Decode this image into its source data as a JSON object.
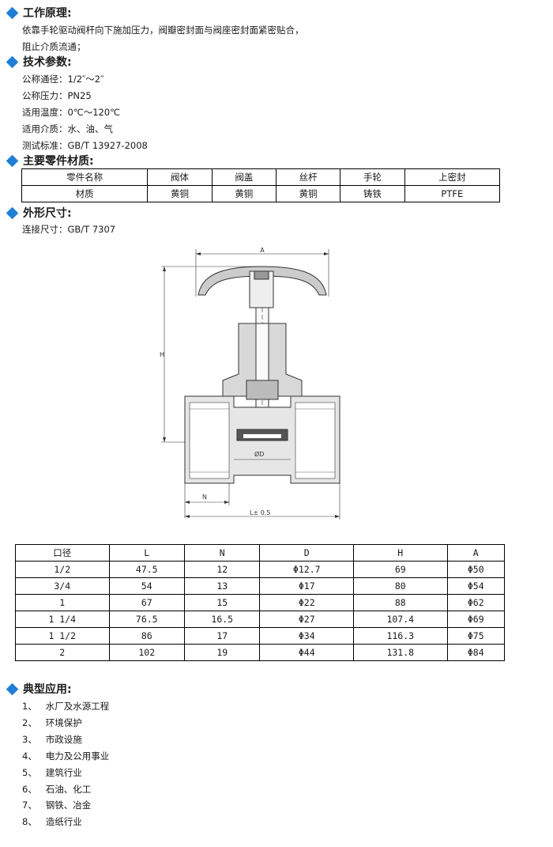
{
  "sections": {
    "principle": {
      "title": "工作原理:",
      "lines": [
        "依靠手轮驱动阀杆向下施加压力，阀瓣密封面与阀座密封面紧密贴合，",
        "阻止介质流通；"
      ]
    },
    "specs": {
      "title": "技术参数:",
      "lines": [
        "公称通径：1/2″～2″",
        "公称压力：PN25",
        "适用温度：0℃～120℃",
        "适用介质：水、油、气",
        "测试标准：GB/T 13927-2008"
      ]
    },
    "materials": {
      "title": "主要零件材质:",
      "header": [
        "零件名称",
        "阀体",
        "阀盖",
        "丝杆",
        "手轮",
        "上密封"
      ],
      "row": [
        "材质",
        "黄铜",
        "黄铜",
        "黄铜",
        "铸铁",
        "PTFE"
      ]
    },
    "dimensions": {
      "title": "外形尺寸:",
      "connection": "连接尺寸：GB/T 7307",
      "drawing_labels": {
        "a": "A",
        "h": "H",
        "d": "ØD",
        "n": "N",
        "l": "L± 0.5"
      },
      "table": {
        "header": [
          "口径",
          "L",
          "N",
          "D",
          "H",
          "A"
        ],
        "rows": [
          [
            "1/2",
            "47.5",
            "12",
            "Φ12.7",
            "69",
            "Φ50"
          ],
          [
            "3/4",
            "54",
            "13",
            "Φ17",
            "80",
            "Φ54"
          ],
          [
            "1",
            "67",
            "15",
            "Φ22",
            "88",
            "Φ62"
          ],
          [
            "1 1/4",
            "76.5",
            "16.5",
            "Φ27",
            "107.4",
            "Φ69"
          ],
          [
            "1 1/2",
            "86",
            "17",
            "Φ34",
            "116.3",
            "Φ75"
          ],
          [
            "2",
            "102",
            "19",
            "Φ44",
            "131.8",
            "Φ84"
          ]
        ]
      }
    },
    "applications": {
      "title": "典型应用:",
      "items": [
        {
          "num": "1、",
          "text": "水厂及水源工程"
        },
        {
          "num": "2、",
          "text": "环境保护"
        },
        {
          "num": "3、",
          "text": "市政设施"
        },
        {
          "num": "4、",
          "text": "电力及公用事业"
        },
        {
          "num": "5、",
          "text": "建筑行业"
        },
        {
          "num": "6、",
          "text": "石油、化工"
        },
        {
          "num": "7、",
          "text": "钢铁、冶金"
        },
        {
          "num": "8、",
          "text": "造纸行业"
        }
      ]
    }
  },
  "colors": {
    "accent": "#1f7fd6"
  }
}
